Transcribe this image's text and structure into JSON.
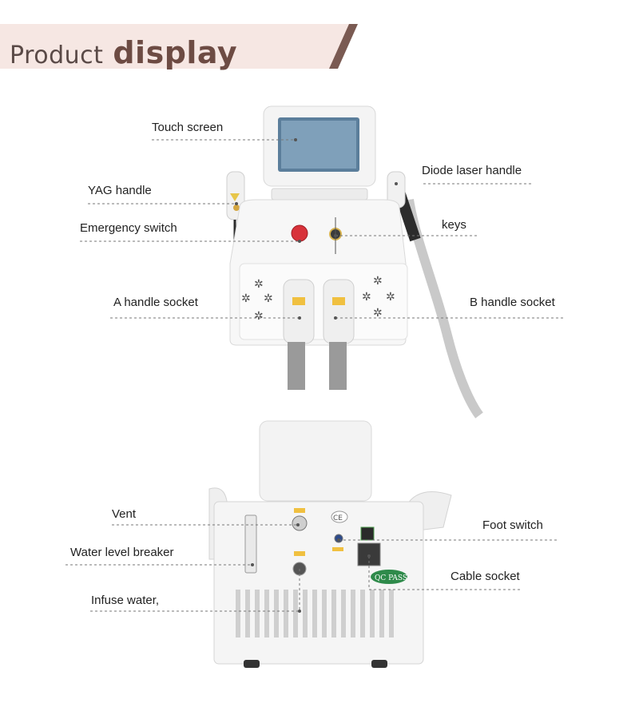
{
  "header": {
    "title_light": "Product",
    "title_bold": "display",
    "accent_color": "#6d4b43",
    "banner_color": "#f6e7e3"
  },
  "front_view": {
    "labels": {
      "touch_screen": "Touch screen",
      "diode_laser_handle": "Diode laser handle",
      "yag_handle": "YAG handle",
      "keys": "keys",
      "emergency_switch": "Emergency switch",
      "a_handle_socket": "A handle socket",
      "b_handle_socket": "B handle socket"
    }
  },
  "back_view": {
    "labels": {
      "vent": "Vent",
      "foot_switch": "Foot switch",
      "water_level_breaker": "Water level breaker",
      "cable_socket": "Cable socket",
      "infuse_water": "Infuse water,"
    },
    "badges": {
      "qc_pass": "QC PASS",
      "ce_mark": "CE"
    }
  }
}
